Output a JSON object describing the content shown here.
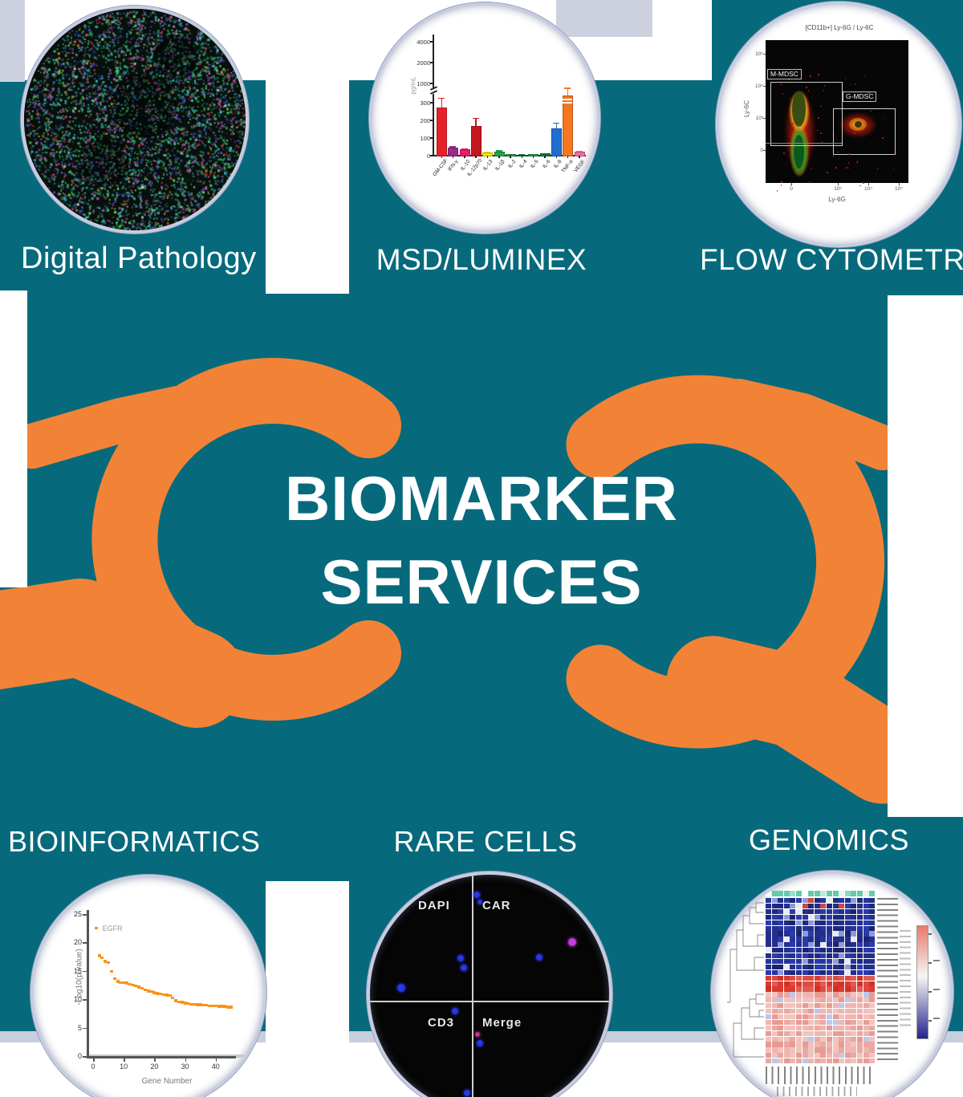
{
  "title": "Biomarker Services infographic",
  "colors": {
    "teal": "#076a7c",
    "orange": "#f28336",
    "white": "#ffffff",
    "lavender": "#cdd1df",
    "circle_ring": "#c7cdde",
    "label_text": "#ffffff"
  },
  "center": {
    "line1": "BIOMARKER",
    "line2": "SERVICES"
  },
  "labels": {
    "digital_pathology": "Digital Pathology",
    "msd_luminex": "MSD/LUMINEX",
    "flow_cytometry": "FLOW CYTOMETRY",
    "bioinformatics": "BIOINFORMATICS",
    "rare_cells": "RARE CELLS",
    "genomics": "GENOMICS"
  },
  "chart_data": [
    {
      "id": "msd",
      "type": "bar",
      "title": "",
      "xlabel": "",
      "ylabel": "pg/mL",
      "broken_axis": true,
      "y_ticks_lower": [
        "0",
        "100",
        "200",
        "300"
      ],
      "y_ticks_upper": [
        "1000",
        "2000",
        "4000"
      ],
      "categories": [
        "GM-CSF",
        "IFN-γ",
        "IL-10",
        "IL-12p70",
        "IL-13",
        "IL-1β",
        "IL-2",
        "IL-4",
        "IL-5",
        "IL-6",
        "IL-8",
        "TNF-α",
        "VEGF"
      ],
      "values": [
        270,
        40,
        30,
        165,
        15,
        20,
        3,
        2,
        4,
        8,
        150,
        340,
        20
      ],
      "errors": [
        55,
        8,
        6,
        45,
        4,
        6,
        2,
        1,
        2,
        3,
        32,
        20,
        5
      ],
      "colors": [
        "#e62229",
        "#992d8a",
        "#e8196c",
        "#c4161f",
        "#f2e30a",
        "#22a349",
        "#1d9e44",
        "#0f7c39",
        "#1d9e44",
        "#0b7a3a",
        "#1d6fd1",
        "#f5761f",
        "#f268a8"
      ],
      "clip_value": 300
    },
    {
      "id": "flow",
      "type": "scatter",
      "title": "[CD11b+] Ly-6G / Ly-6C",
      "xlabel": "Ly-6G",
      "ylabel": "Ly-6C",
      "x_ticks": [
        "0",
        "10³",
        "10⁴",
        "10⁵"
      ],
      "y_ticks": [
        "10⁵",
        "10⁴",
        "10³",
        "0"
      ],
      "gates": [
        "M-MDSC",
        "G-MDSC"
      ],
      "populations": [
        {
          "name": "M-MDSC",
          "shape": "vertical-teardrop",
          "core": "green-yellow",
          "halo": "red"
        },
        {
          "name": "G-MDSC",
          "shape": "small-ellipse",
          "core": "yellow",
          "halo": "red"
        }
      ]
    },
    {
      "id": "bioinformatics",
      "type": "scatter",
      "title": "",
      "xlabel": "Gene Number",
      "ylabel": "-Log10(p value)",
      "x_ticks": [
        0,
        10,
        20,
        30,
        40
      ],
      "y_ticks": [
        0,
        5,
        10,
        15,
        20,
        25
      ],
      "annotation": "EGFR",
      "series_color": "#f7941d",
      "points": [
        [
          1,
          22.5
        ],
        [
          2,
          17.6
        ],
        [
          3,
          17.3
        ],
        [
          4,
          16.6
        ],
        [
          5,
          16.4
        ],
        [
          6,
          14.9
        ],
        [
          7,
          13.6
        ],
        [
          8,
          13.1
        ],
        [
          9,
          12.9
        ],
        [
          10,
          12.9
        ],
        [
          11,
          12.8
        ],
        [
          12,
          12.6
        ],
        [
          13,
          12.5
        ],
        [
          14,
          12.3
        ],
        [
          15,
          12.1
        ],
        [
          16,
          11.9
        ],
        [
          17,
          11.6
        ],
        [
          18,
          11.4
        ],
        [
          19,
          11.3
        ],
        [
          20,
          11.1
        ],
        [
          21,
          11.0
        ],
        [
          22,
          10.9
        ],
        [
          23,
          10.8
        ],
        [
          24,
          10.7
        ],
        [
          25,
          10.6
        ],
        [
          26,
          10.2
        ],
        [
          27,
          9.7
        ],
        [
          28,
          9.5
        ],
        [
          29,
          9.4
        ],
        [
          30,
          9.3
        ],
        [
          31,
          9.2
        ],
        [
          32,
          9.1
        ],
        [
          33,
          9.1
        ],
        [
          34,
          9.0
        ],
        [
          35,
          9.0
        ],
        [
          36,
          8.9
        ],
        [
          37,
          8.9
        ],
        [
          38,
          8.8
        ],
        [
          39,
          8.8
        ],
        [
          40,
          8.8
        ],
        [
          41,
          8.7
        ],
        [
          42,
          8.7
        ],
        [
          43,
          8.7
        ],
        [
          44,
          8.6
        ],
        [
          45,
          8.6
        ]
      ]
    },
    {
      "id": "genomics",
      "type": "heatmap",
      "cols": 18,
      "row_groups": [
        {
          "count": 14,
          "palette": "blue"
        },
        {
          "count": 3,
          "palette": "red"
        },
        {
          "count": 13,
          "palette": "pink"
        }
      ],
      "palettes": {
        "blue_dark": "#2b35a8",
        "blue_mid": "#8d9ad8",
        "anomaly_light": "#e8ebf4",
        "red_spot": "#cf4a3d",
        "light_blue": "#bcc8ea"
      },
      "top_annotation": [
        "#ffffff",
        "#65caa9",
        "#65caa9",
        "#65caa9",
        "#9adfc8",
        "#65caa9",
        "#ffffff",
        "#65caa9",
        "#65caa9",
        "#bfe9dc",
        "#65caa9",
        "#65caa9",
        "#e7f5f0",
        "#8adbbf",
        "#65caa9",
        "#65caa9",
        "#f0f0f0",
        "#65caa9"
      ],
      "colorbar": [
        "#e87a6a",
        "#f6f6f6",
        "#23238c"
      ],
      "legend_position": "right",
      "dendrogram": "left"
    },
    {
      "id": "rare_cells",
      "type": "fluorescence-quadrants",
      "quadrants": [
        "DAPI",
        "CAR",
        "CD3",
        "Merge"
      ],
      "dot_colors": {
        "blue": "#2a36e8",
        "violet": "#c43cdf",
        "magenta": "#cc2f9a"
      },
      "dots": [
        {
          "x": 133,
          "y": 25,
          "r": 4,
          "c": "blue"
        },
        {
          "x": 137,
          "y": 34,
          "r": 3,
          "c": "blue"
        },
        {
          "x": 113,
          "y": 104,
          "r": 4,
          "c": "blue"
        },
        {
          "x": 117,
          "y": 116,
          "r": 4,
          "c": "blue"
        },
        {
          "x": 39,
          "y": 141,
          "r": 5,
          "c": "blue"
        },
        {
          "x": 252,
          "y": 84,
          "r": 5,
          "c": "violet"
        },
        {
          "x": 211,
          "y": 103,
          "r": 4,
          "c": "blue"
        },
        {
          "x": 106,
          "y": 170,
          "r": 4,
          "c": "blue"
        },
        {
          "x": 134,
          "y": 199,
          "r": 3,
          "c": "magenta"
        },
        {
          "x": 137,
          "y": 210,
          "r": 4,
          "c": "blue"
        },
        {
          "x": 121,
          "y": 272,
          "r": 4,
          "c": "blue"
        },
        {
          "x": 129,
          "y": 292,
          "r": 4,
          "c": "blue"
        }
      ]
    },
    {
      "id": "digital_pathology",
      "type": "microscopy-noise",
      "background": "#07100b",
      "palette": [
        [
          "#2f9e5f",
          16
        ],
        [
          "#49c87e",
          9
        ],
        [
          "#27b59a",
          7
        ],
        [
          "#39c9c4",
          6
        ],
        [
          "#3b55c0",
          8
        ],
        [
          "#232f7f",
          6
        ],
        [
          "#b43ba4",
          6
        ],
        [
          "#d058b8",
          4
        ],
        [
          "#c03a3a",
          5
        ],
        [
          "#c2992b",
          2
        ],
        [
          "#0b0f0d",
          22
        ],
        [
          "#dadada",
          2
        ],
        [
          "#69d94b",
          3
        ],
        [
          "#7a3bb4",
          4
        ]
      ],
      "density": 5200
    }
  ]
}
